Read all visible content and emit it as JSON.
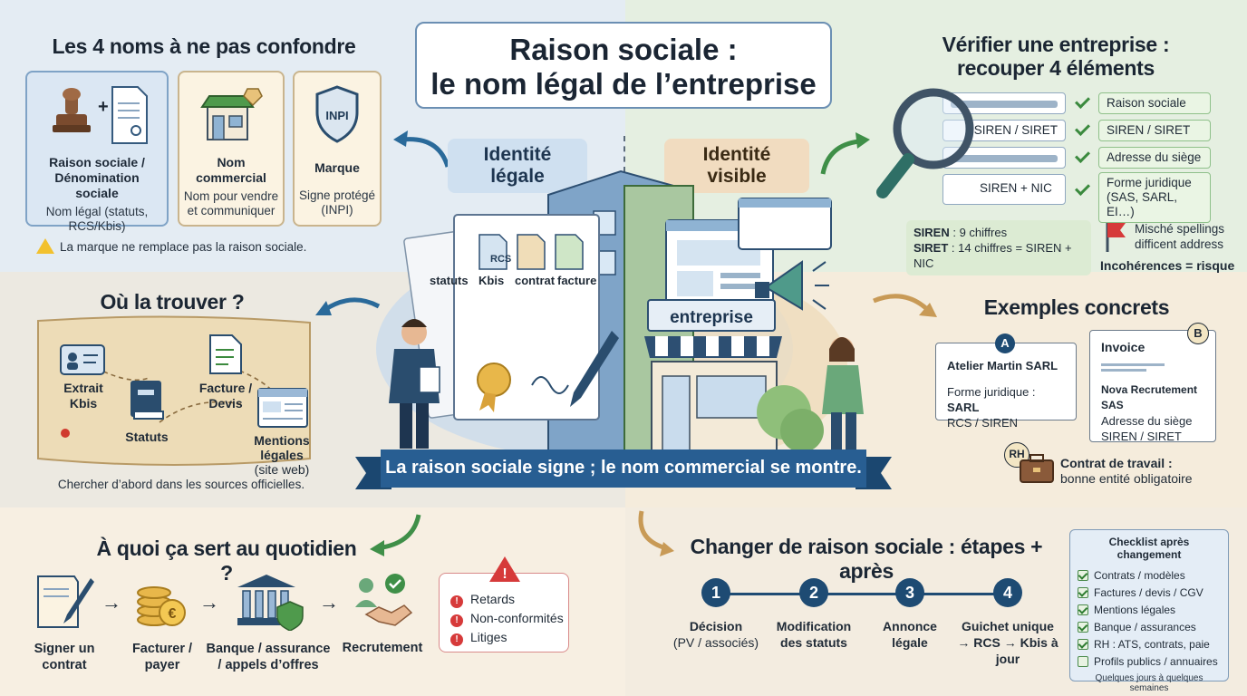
{
  "title": {
    "line1": "Raison sociale :",
    "line2": "le nom légal de l’entreprise"
  },
  "names_section": {
    "heading": "Les 4 noms à ne pas confondre",
    "cards": [
      {
        "title": "Raison sociale / Dénomination sociale",
        "sub": "Nom légal (statuts, RCS/Kbis)"
      },
      {
        "title": "Nom commercial",
        "sub": "Nom pour vendre et communiquer"
      },
      {
        "title": "Marque",
        "sub": "Signe protégé (INPI)",
        "badge": "INPI"
      }
    ],
    "warning": "La marque ne remplace pas la raison sociale."
  },
  "center": {
    "tag_left": "Identité légale",
    "tag_right": "Identité visible",
    "docs": [
      "statuts",
      "Kbis",
      "contrat",
      "facture"
    ],
    "rcs_badge": "RCS",
    "shop_sign": "entreprise",
    "banner": "La raison sociale signe ; le nom commercial se montre."
  },
  "where_section": {
    "heading": "Où la trouver ?",
    "items": [
      {
        "label": "Extrait Kbis"
      },
      {
        "label": "Statuts"
      },
      {
        "label": "Facture / Devis"
      },
      {
        "label": "Mentions légales",
        "sub": "(site web)"
      }
    ],
    "note": "Chercher d’abord dans les sources officielles."
  },
  "verify_section": {
    "heading_line1": "Vérifier une entreprise :",
    "heading_line2": "recouper 4 éléments",
    "fields": [
      "SIREN / SIRET",
      "SIREN + NIC"
    ],
    "checks": [
      "Raison sociale",
      "SIREN / SIRET",
      "Adresse du siège",
      "Forme juridique (SAS, SARL, EI…)"
    ],
    "siren_note_1_label": "SIREN",
    "siren_note_1": " : 9 chiffres",
    "siren_note_2_label": "SIRET",
    "siren_note_2": " : 14 chiffres = SIREN + NIC",
    "flag_text": "Misché spellings difficent address",
    "risk": "Incohérences = risque"
  },
  "examples_section": {
    "heading": "Exemples concrets",
    "card_a": {
      "badge": "A",
      "title": "Atelier Martin SARL",
      "line1_label": "Forme juridique : ",
      "line1_value": "SARL",
      "line2": "RCS / SIREN"
    },
    "card_b": {
      "badge": "B",
      "title": "Invoice",
      "company": "Nova Recrutement SAS",
      "line1": "Adresse du siège",
      "line2": "SIREN / SIRET"
    },
    "rh_badge": "RH",
    "contract_title": "Contrat de travail :",
    "contract_sub": "bonne entité obligatoire"
  },
  "daily_section": {
    "heading": "À quoi ça sert au quotidien ?",
    "steps": [
      "Signer un contrat",
      "Facturer / payer",
      "Banque / assurance / appels d’offres",
      "Recrutement"
    ],
    "risks": [
      "Retards",
      "Non-conformités",
      "Litiges"
    ]
  },
  "change_section": {
    "heading": "Changer de raison sociale : étapes + après",
    "steps": [
      {
        "n": "1",
        "title": "Décision",
        "sub": "(PV / associés)"
      },
      {
        "n": "2",
        "title": "Modification des statuts",
        "sub": ""
      },
      {
        "n": "3",
        "title": "Annonce légale",
        "sub": ""
      },
      {
        "n": "4",
        "title": "Guichet unique → RCS → Kbis à jour",
        "sub": ""
      }
    ],
    "checklist_title": "Checklist après changement",
    "checklist": [
      {
        "label": "Contrats / modèles",
        "checked": true
      },
      {
        "label": "Factures / devis / CGV",
        "checked": true
      },
      {
        "label": "Mentions légales",
        "checked": true
      },
      {
        "label": "Banque / assurances",
        "checked": true
      },
      {
        "label": "RH : ATS, contrats, paie",
        "checked": true
      },
      {
        "label": "Profils publics / annuaires",
        "checked": false
      }
    ],
    "checklist_note": "Quelques jours à quelques semaines"
  },
  "colors": {
    "navy": "#1e4b73",
    "green": "#3b8a3e",
    "legal_tag": "#cfe0f0",
    "visible_tag": "#f1dcc0",
    "warning": "#d63a3a"
  }
}
